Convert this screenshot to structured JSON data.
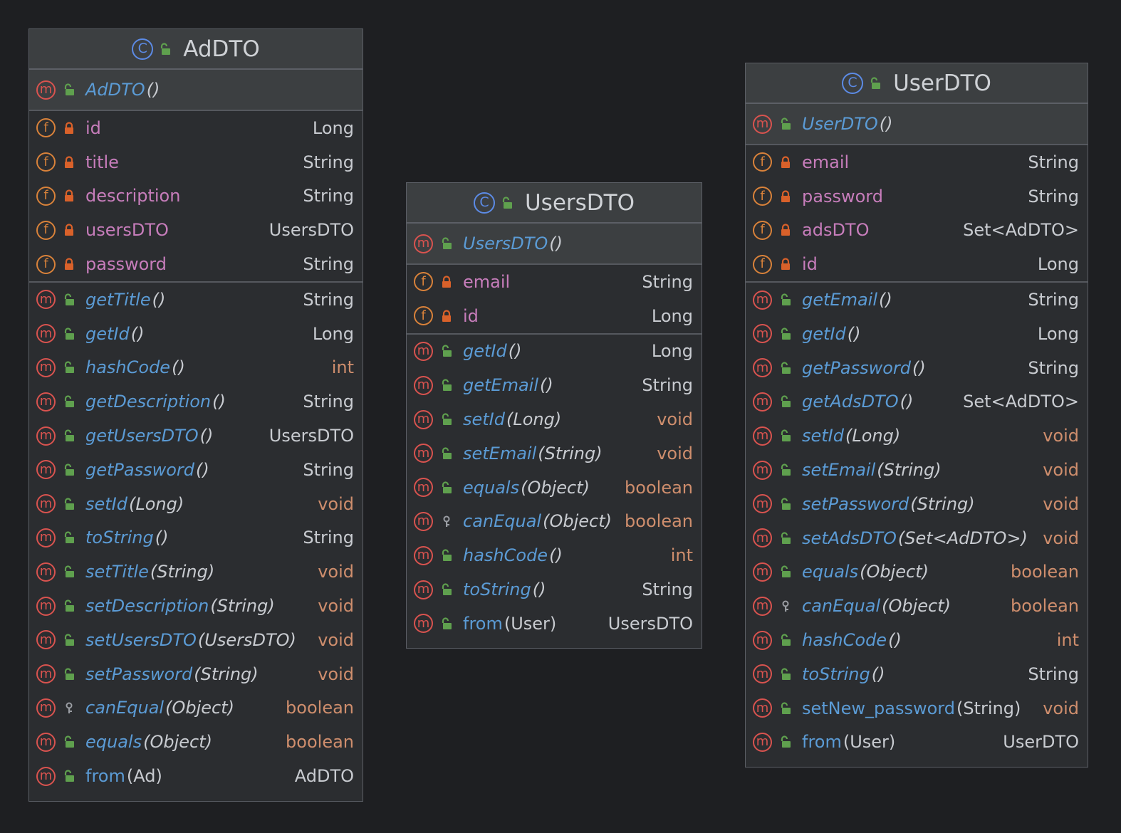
{
  "colors": {
    "background": "#1e1f22",
    "panel": "#2b2d30",
    "header": "#3c3f41",
    "method_name": "#5b9bd5",
    "field_name": "#c77dbb",
    "keyword_type": "#cf8e6d",
    "type": "#c8cbd0",
    "method_badge": "#d9534f",
    "field_badge": "#d9823a",
    "class_badge": "#5c8be6",
    "public_icon": "#5fa04e",
    "private_icon": "#d9612a"
  },
  "classes": [
    {
      "name": "AdDTO",
      "badge": "C",
      "constructor": {
        "name": "AdDTO",
        "params": "()"
      },
      "fields": [
        {
          "badge": "f",
          "name": "id",
          "type": "Long"
        },
        {
          "badge": "f",
          "name": "title",
          "type": "String"
        },
        {
          "badge": "f",
          "name": "description",
          "type": "String"
        },
        {
          "badge": "f",
          "name": "usersDTO",
          "type": "UsersDTO"
        },
        {
          "badge": "f",
          "name": "password",
          "type": "String"
        }
      ],
      "methods": [
        {
          "badge": "m",
          "name": "getTitle",
          "params": "()",
          "type": "String"
        },
        {
          "badge": "m",
          "name": "getId",
          "params": "()",
          "type": "Long"
        },
        {
          "badge": "m",
          "name": "hashCode",
          "params": "()",
          "type": "int"
        },
        {
          "badge": "m",
          "name": "getDescription",
          "params": "()",
          "type": "String"
        },
        {
          "badge": "m",
          "name": "getUsersDTO",
          "params": "()",
          "type": "UsersDTO"
        },
        {
          "badge": "m",
          "name": "getPassword",
          "params": "()",
          "type": "String"
        },
        {
          "badge": "m",
          "name": "setId",
          "params": "(Long)",
          "type": "void"
        },
        {
          "badge": "m",
          "name": "toString",
          "params": "()",
          "type": "String"
        },
        {
          "badge": "m",
          "name": "setTitle",
          "params": "(String)",
          "type": "void"
        },
        {
          "badge": "m",
          "name": "setDescription",
          "params": "(String)",
          "type": "void"
        },
        {
          "badge": "m",
          "name": "setUsersDTO",
          "params": "(UsersDTO)",
          "type": "void"
        },
        {
          "badge": "m",
          "name": "setPassword",
          "params": "(String)",
          "type": "void"
        },
        {
          "badge": "m",
          "name": "canEqual",
          "params": "(Object)",
          "type": "boolean"
        },
        {
          "badge": "m",
          "name": "equals",
          "params": "(Object)",
          "type": "boolean"
        },
        {
          "badge": "m",
          "name": "from",
          "params": "(Ad)",
          "type": "AdDTO"
        }
      ]
    },
    {
      "name": "UsersDTO",
      "badge": "C",
      "constructor": {
        "name": "UsersDTO",
        "params": "()"
      },
      "fields": [
        {
          "badge": "f",
          "name": "email",
          "type": "String"
        },
        {
          "badge": "f",
          "name": "id",
          "type": "Long"
        }
      ],
      "methods": [
        {
          "badge": "m",
          "name": "getId",
          "params": "()",
          "type": "Long"
        },
        {
          "badge": "m",
          "name": "getEmail",
          "params": "()",
          "type": "String"
        },
        {
          "badge": "m",
          "name": "setId",
          "params": "(Long)",
          "type": "void"
        },
        {
          "badge": "m",
          "name": "setEmail",
          "params": "(String)",
          "type": "void"
        },
        {
          "badge": "m",
          "name": "equals",
          "params": "(Object)",
          "type": "boolean"
        },
        {
          "badge": "m",
          "name": "canEqual",
          "params": "(Object)",
          "type": "boolean"
        },
        {
          "badge": "m",
          "name": "hashCode",
          "params": "()",
          "type": "int"
        },
        {
          "badge": "m",
          "name": "toString",
          "params": "()",
          "type": "String"
        },
        {
          "badge": "m",
          "name": "from",
          "params": "(User)",
          "type": "UsersDTO"
        }
      ]
    },
    {
      "name": "UserDTO",
      "badge": "C",
      "constructor": {
        "name": "UserDTO",
        "params": "()"
      },
      "fields": [
        {
          "badge": "f",
          "name": "email",
          "type": "String"
        },
        {
          "badge": "f",
          "name": "password",
          "type": "String"
        },
        {
          "badge": "f",
          "name": "adsDTO",
          "type": "Set<AdDTO>"
        },
        {
          "badge": "f",
          "name": "id",
          "type": "Long"
        }
      ],
      "methods": [
        {
          "badge": "m",
          "name": "getEmail",
          "params": "()",
          "type": "String"
        },
        {
          "badge": "m",
          "name": "getId",
          "params": "()",
          "type": "Long"
        },
        {
          "badge": "m",
          "name": "getPassword",
          "params": "()",
          "type": "String"
        },
        {
          "badge": "m",
          "name": "getAdsDTO",
          "params": "()",
          "type": "Set<AdDTO>"
        },
        {
          "badge": "m",
          "name": "setId",
          "params": "(Long)",
          "type": "void"
        },
        {
          "badge": "m",
          "name": "setEmail",
          "params": "(String)",
          "type": "void"
        },
        {
          "badge": "m",
          "name": "setPassword",
          "params": "(String)",
          "type": "void"
        },
        {
          "badge": "m",
          "name": "setAdsDTO",
          "params": "(Set<AdDTO>)",
          "type": "void"
        },
        {
          "badge": "m",
          "name": "equals",
          "params": "(Object)",
          "type": "boolean"
        },
        {
          "badge": "m",
          "name": "canEqual",
          "params": "(Object)",
          "type": "boolean"
        },
        {
          "badge": "m",
          "name": "hashCode",
          "params": "()",
          "type": "int"
        },
        {
          "badge": "m",
          "name": "toString",
          "params": "()",
          "type": "String"
        },
        {
          "badge": "m",
          "name": "setNew_password",
          "params": "(String)",
          "type": "void"
        },
        {
          "badge": "m",
          "name": "from",
          "params": "(User)",
          "type": "UserDTO"
        }
      ]
    }
  ]
}
